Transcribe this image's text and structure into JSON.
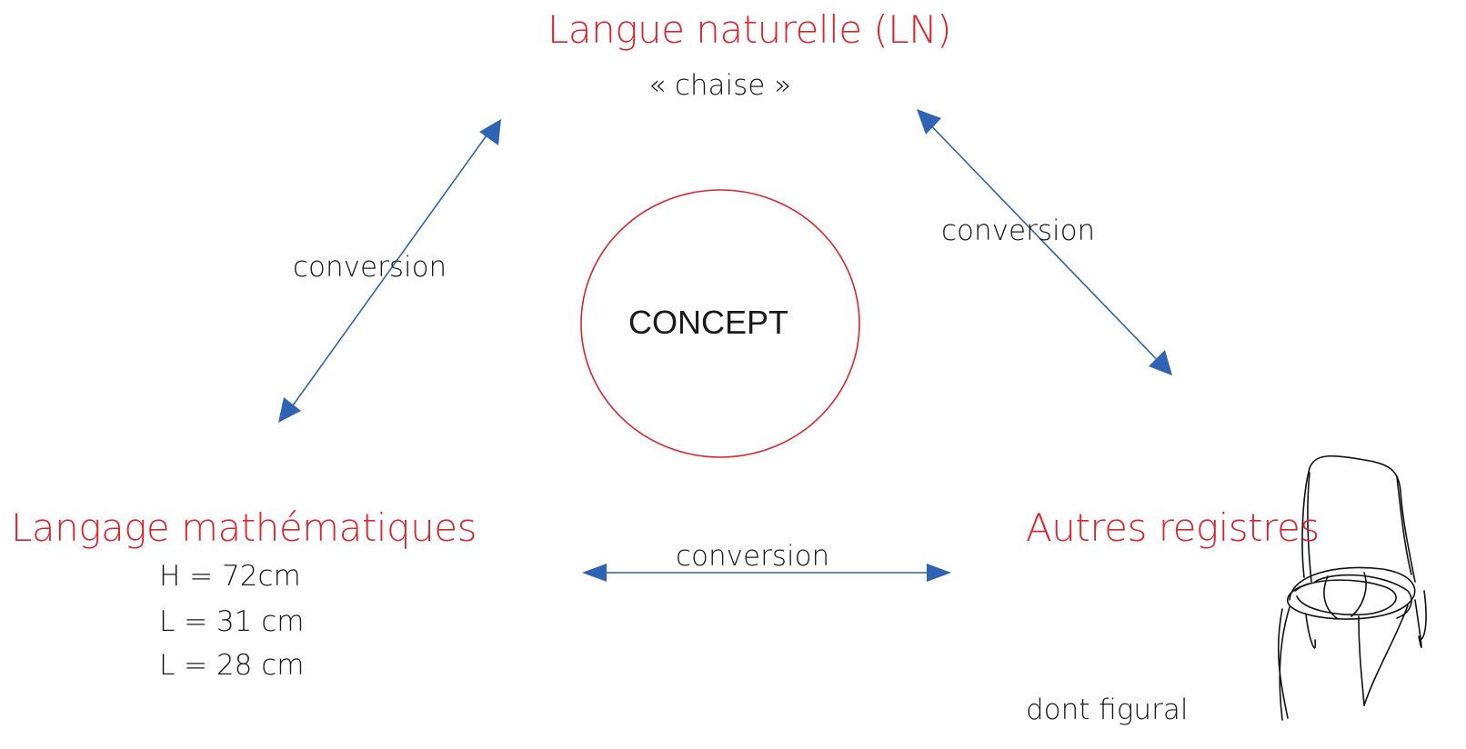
{
  "nodes": {
    "langue_naturelle": {
      "title": "Langue naturelle (LN)",
      "example": "« chaise »"
    },
    "langage_math": {
      "title": "Langage mathématiques",
      "lines": [
        "H = 72cm",
        "L = 31 cm",
        "L = 28 cm"
      ]
    },
    "autres_registres": {
      "title": "Autres registres",
      "note": "dont figural"
    },
    "concept": {
      "label": "CONCEPT"
    }
  },
  "edges": {
    "left": "conversion",
    "right": "conversion",
    "bottom": "conversion"
  },
  "colors": {
    "title_red": "#e0242b",
    "arrow_blue": "#2e64b3",
    "circle_red": "#e0242b",
    "text": "#1a1a1a"
  },
  "icons": {
    "chair": "chair-sketch"
  }
}
